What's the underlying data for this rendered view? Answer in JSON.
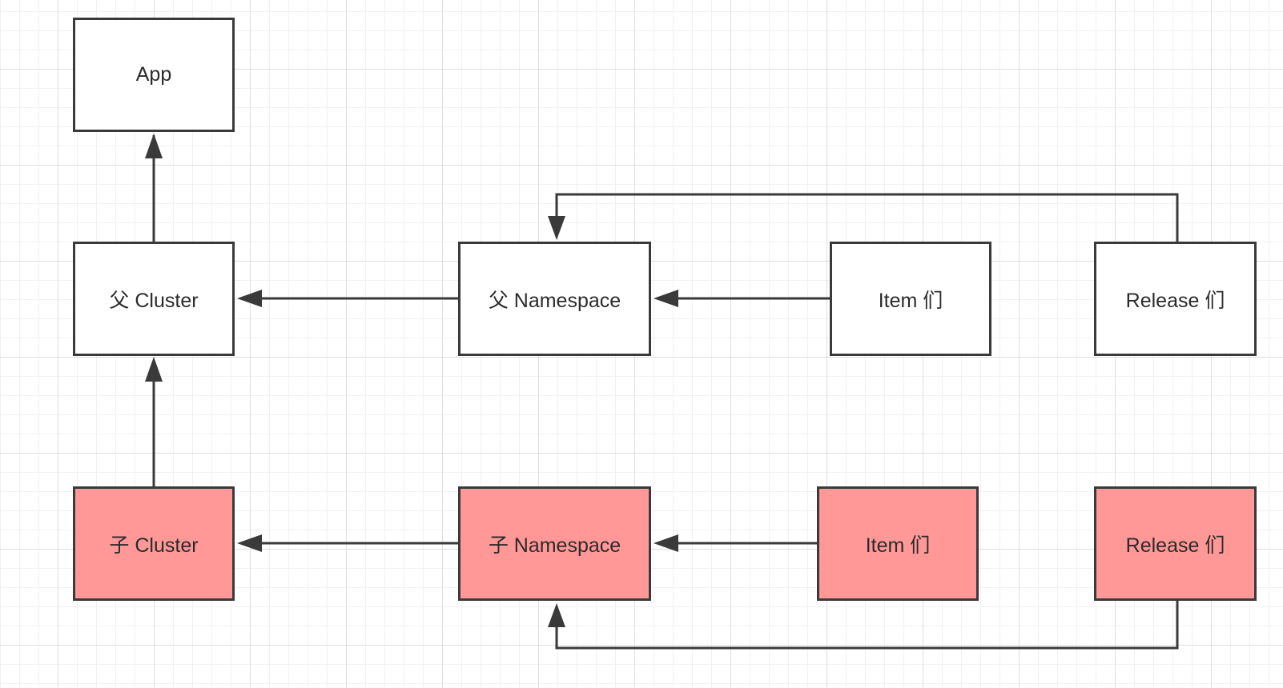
{
  "colors": {
    "parent_fill": "#ffffff",
    "child_fill": "#ff9896",
    "stroke": "#3a3a3a"
  },
  "nodes": {
    "app": "App",
    "parent_cluster": "父 Cluster",
    "parent_namespace": "父 Namespace",
    "parent_items": "Item 们",
    "parent_releases": "Release 们",
    "child_cluster": "子 Cluster",
    "child_namespace": "子 Namespace",
    "child_items": "Item 们",
    "child_releases": "Release 们"
  },
  "edges": [
    {
      "from": "parent_cluster",
      "to": "app"
    },
    {
      "from": "parent_namespace",
      "to": "parent_cluster"
    },
    {
      "from": "parent_items",
      "to": "parent_namespace"
    },
    {
      "from": "parent_releases",
      "to": "parent_namespace"
    },
    {
      "from": "child_cluster",
      "to": "parent_cluster"
    },
    {
      "from": "child_namespace",
      "to": "child_cluster"
    },
    {
      "from": "child_items",
      "to": "child_namespace"
    },
    {
      "from": "child_releases",
      "to": "child_namespace"
    }
  ]
}
